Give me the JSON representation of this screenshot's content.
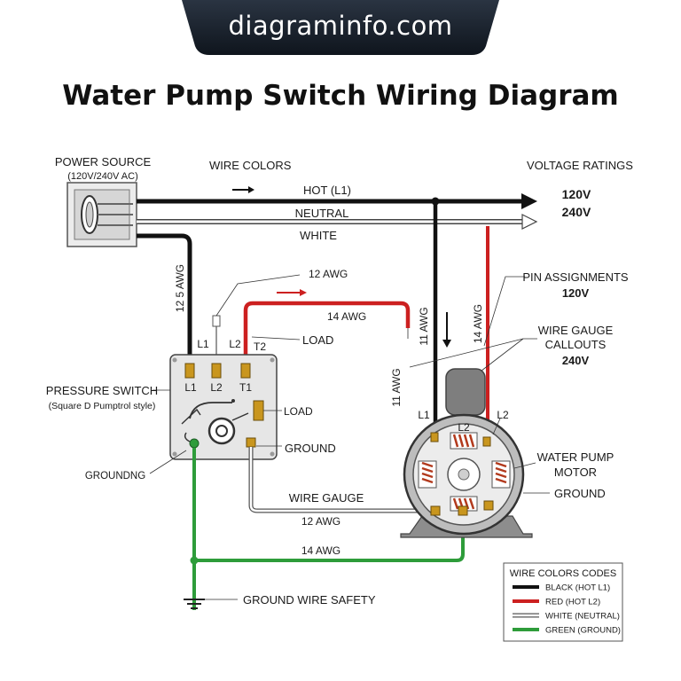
{
  "banner": {
    "site": "diagraminfo.com"
  },
  "title": "Water Pump Switch Wiring Diagram",
  "colors": {
    "hot": "#111111",
    "red": "#cc2020",
    "neutral": "#ffffff",
    "ground": "#2e9c3a",
    "panel": "#e6e6e6",
    "terminal": "#c9961e",
    "banner": "#1b2430"
  },
  "labels": {
    "power_source": "POWER SOURCE",
    "power_source_sub": "(120V/240V AC)",
    "wire_colors": "WIRE COLORS",
    "voltage_ratings": "VOLTAGE RATINGS",
    "hot_l1": "HOT (L1)",
    "neutral": "NEUTRAL",
    "white": "WHITE",
    "v120": "120V",
    "v240": "240V",
    "awg_125": "12 5 AWG",
    "awg_12_top": "12 AWG",
    "awg_14_top": "14 AWG",
    "awg_11_vertical": "11 AWG",
    "awg_14_vertical": "14 AWG",
    "awg_11_diag": "11 AWG",
    "l1": "L1",
    "l2": "L2",
    "t2": "T2",
    "t1": "T1",
    "load": "LOAD",
    "load_inner": "LOAD",
    "ground": "GROUND",
    "pressure_switch": "PRESSURE SWITCH",
    "pressure_switch_sub": "(Square D Pumptrol style)",
    "grounding": "GROUNDNG",
    "pin_assignments": "PIN ASSIGNMENTS",
    "pin_v120": "120V",
    "wire_gauge_callouts_1": "WIRE GAUGE",
    "wire_gauge_callouts_2": "CALLOUTS",
    "callout_v240": "240V",
    "motor_l1": "L1",
    "motor_l2": "L2",
    "motor_l2_inner": "L2",
    "water_pump_motor_1": "WATER PUMP",
    "water_pump_motor_2": "MOTOR",
    "motor_ground": "GROUND",
    "wire_gauge": "WIRE GAUGE",
    "awg_12_bottom": "12 AWG",
    "awg_14_bottom": "14 AWG",
    "ground_wire_safety": "GROUND WIRE SAFETY"
  },
  "legend": {
    "title": "WIRE COLORS CODES",
    "items": [
      {
        "label": "BLACK (HOT L1)",
        "color": "#111111"
      },
      {
        "label": "RED (HOT L2)",
        "color": "#cc2020"
      },
      {
        "label": "WHITE (NEUTRAL)",
        "color": "#ffffff"
      },
      {
        "label": "GREEN (GROUND)",
        "color": "#2e9c3a"
      }
    ]
  }
}
